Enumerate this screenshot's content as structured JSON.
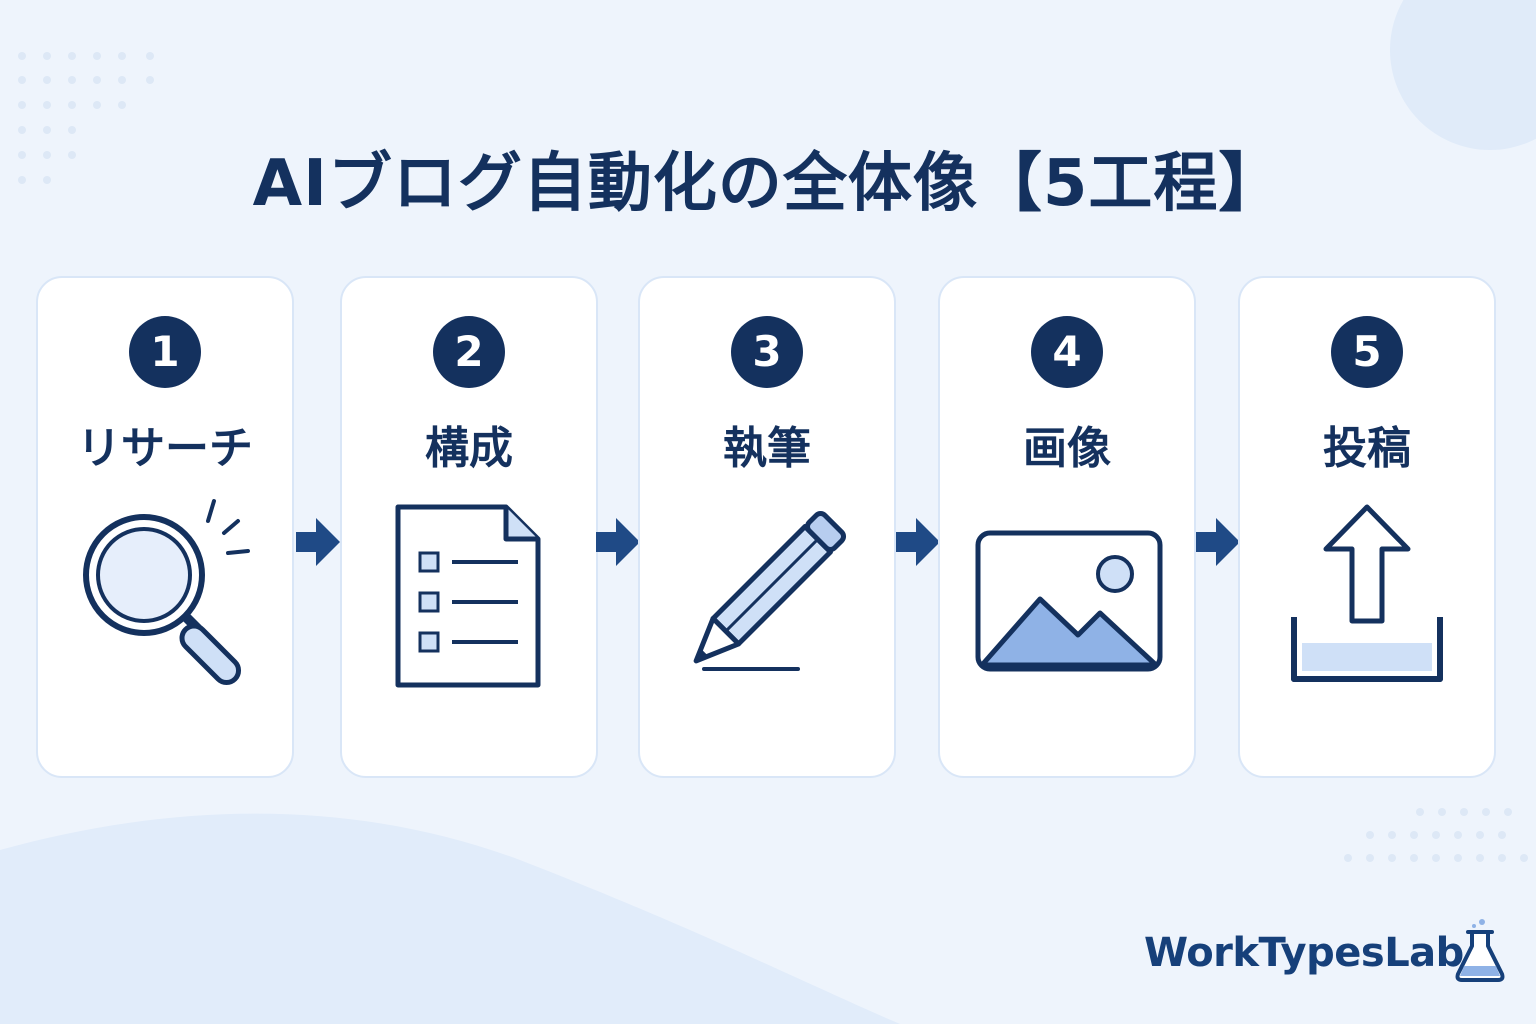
{
  "title": "AIブログ自動化の全体像【5工程】",
  "steps": [
    {
      "number": "1",
      "label": "リサーチ",
      "icon": "magnifier-icon"
    },
    {
      "number": "2",
      "label": "構成",
      "icon": "document-checklist-icon"
    },
    {
      "number": "3",
      "label": "執筆",
      "icon": "pencil-icon"
    },
    {
      "number": "4",
      "label": "画像",
      "icon": "image-icon"
    },
    {
      "number": "5",
      "label": "投稿",
      "icon": "upload-icon"
    }
  ],
  "brand": "WorkTypesLab",
  "colors": {
    "navy": "#14315e",
    "accent_light": "#cfe0f7",
    "accent_mid": "#8fb2e6",
    "arrow": "#1f4a86",
    "background": "#eef4fc"
  }
}
